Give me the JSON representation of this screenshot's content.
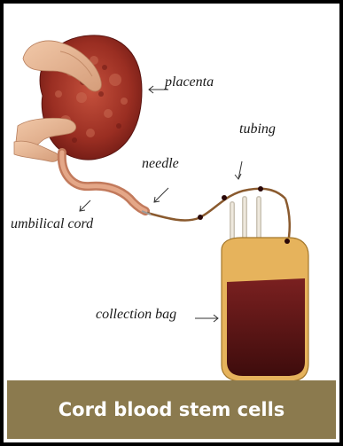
{
  "labels": {
    "placenta": "placenta",
    "tubing": "tubing",
    "needle": "needle",
    "umbilical_cord": "umbilical cord",
    "collection_bag": "collection bag"
  },
  "caption": "Cord blood stem cells",
  "colors": {
    "caption_background": "#8b7a4e",
    "caption_text": "#ffffff",
    "placenta": "#9a2e22",
    "umbilical_cord": "#d9906f",
    "blood": "#5a1414",
    "bag_plastic": "#e6b35c",
    "frame": "#000000"
  }
}
